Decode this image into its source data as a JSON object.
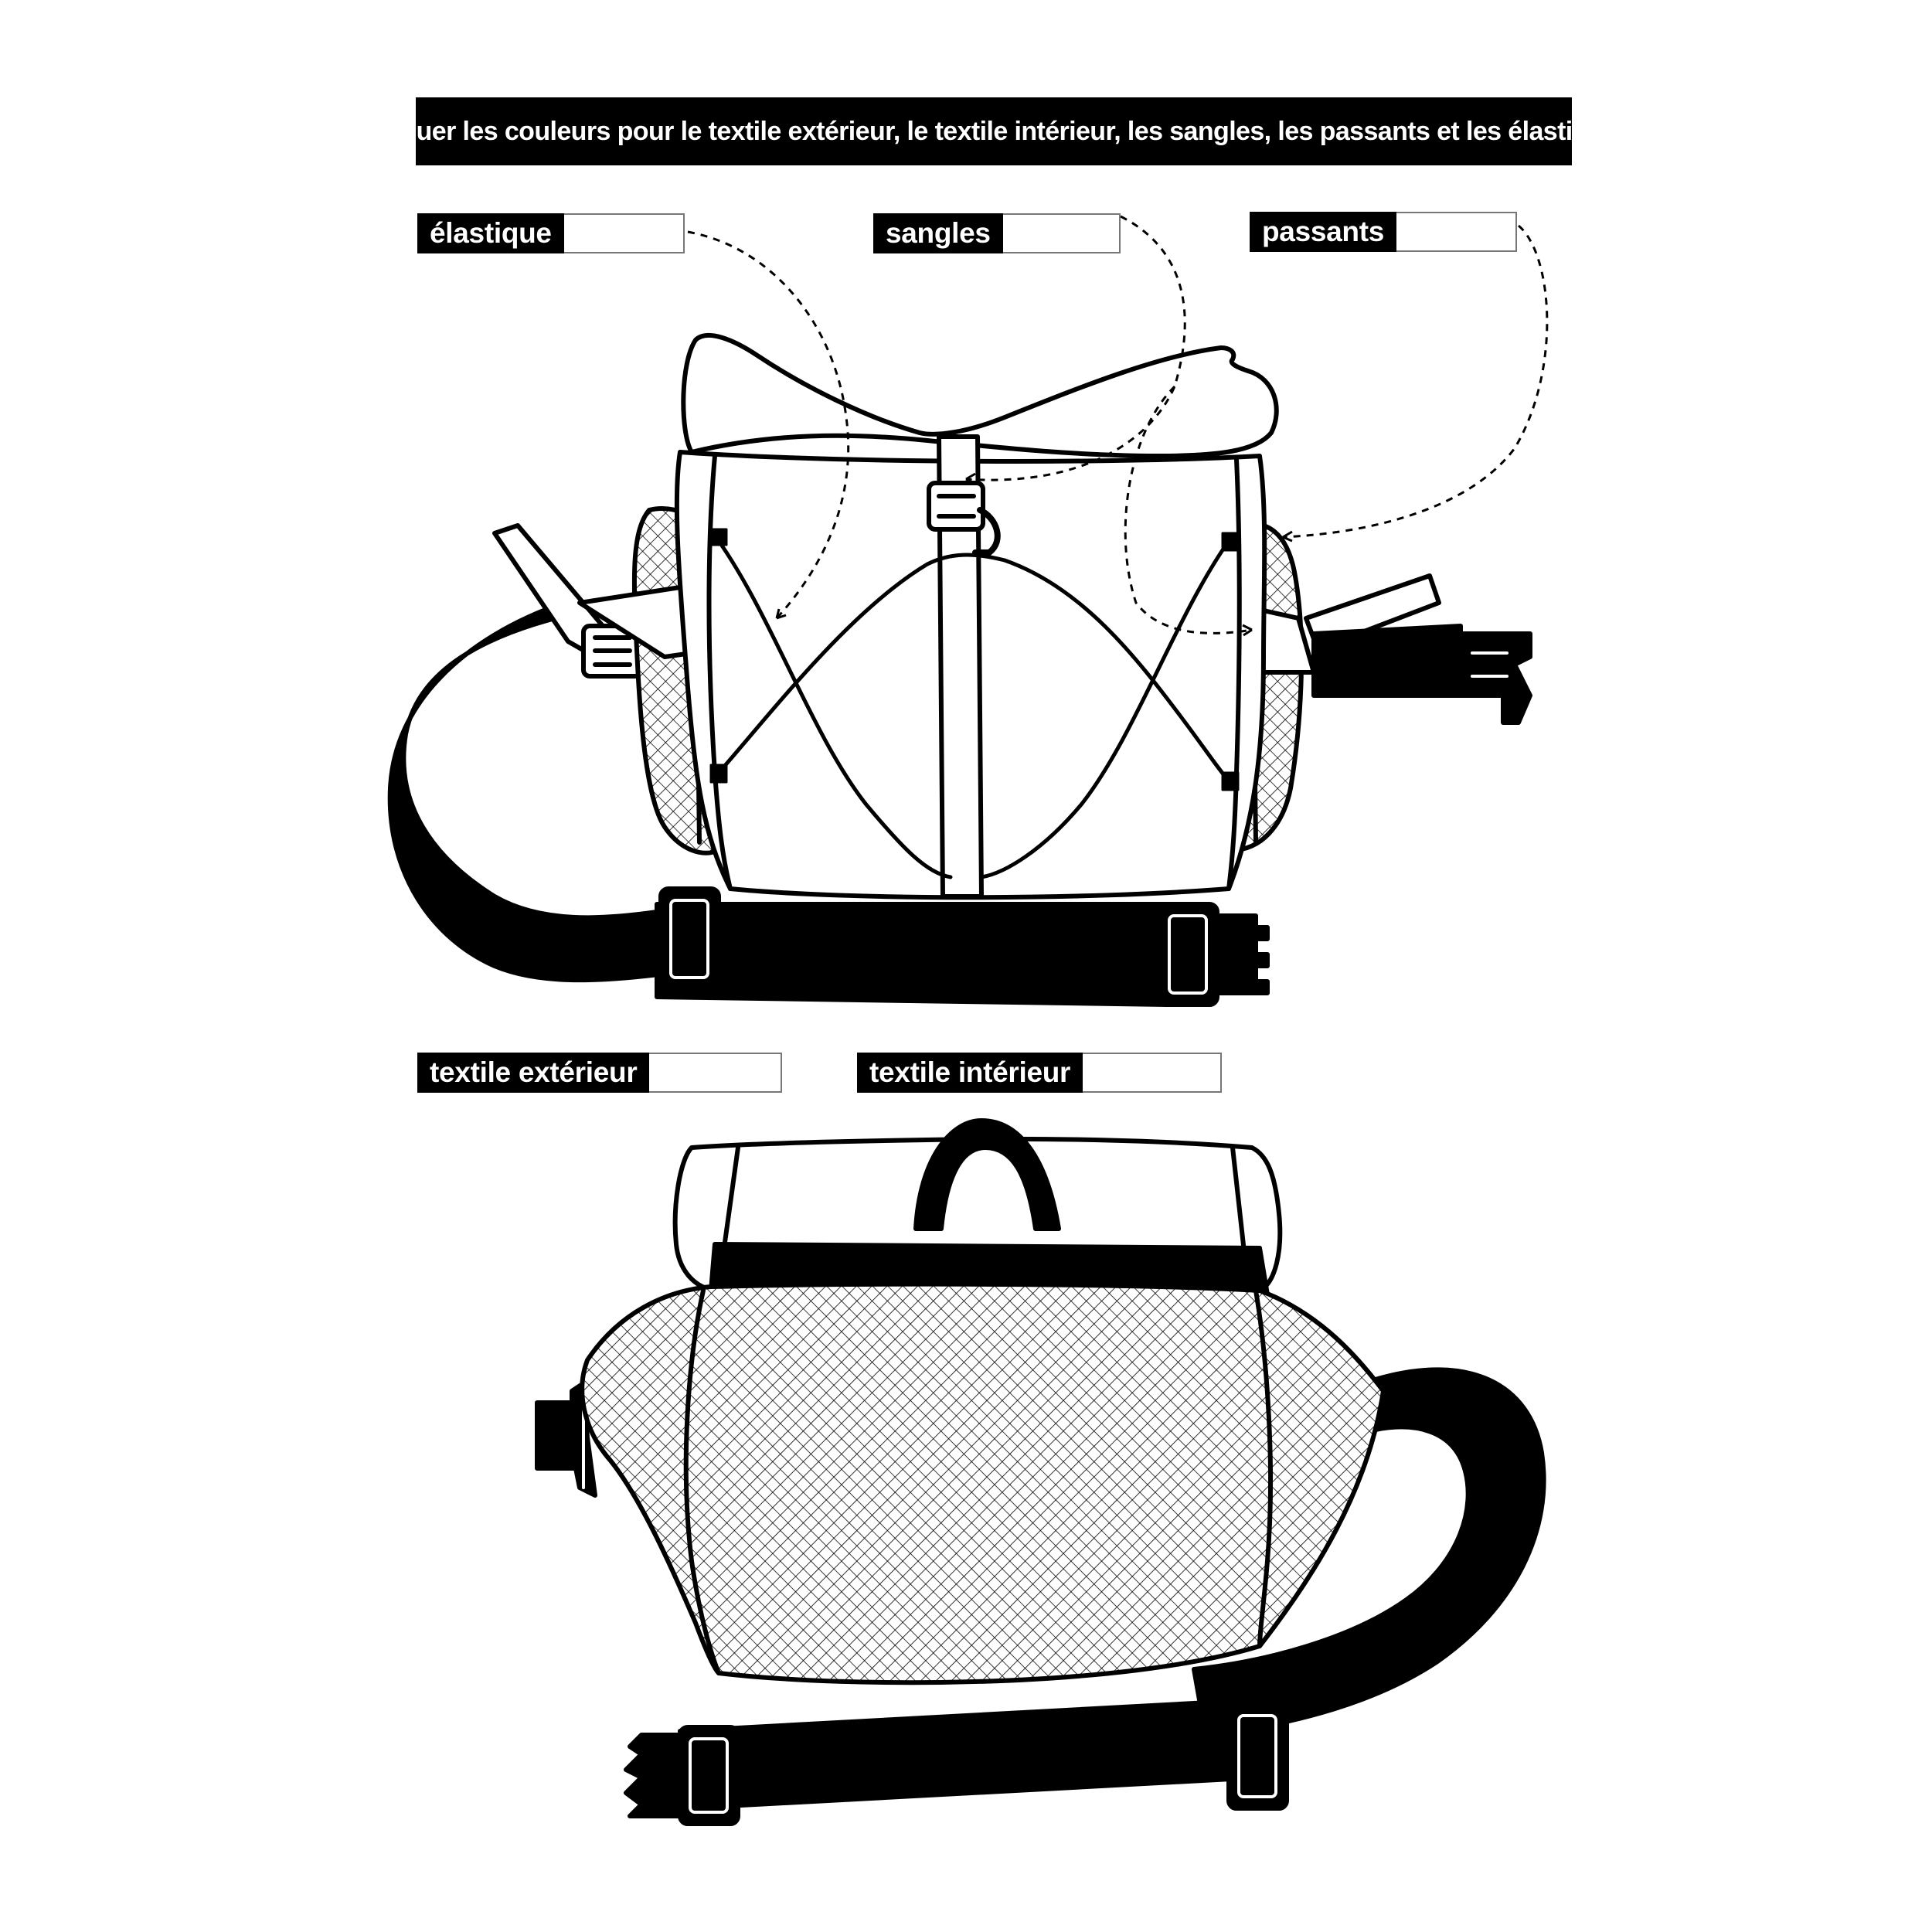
{
  "banner": {
    "text": "Indiquer les couleurs pour le textile extérieur, le textile intérieur, les sangles, les passants et les élastiques"
  },
  "fields": {
    "elastique": {
      "label": "élastique",
      "value": ""
    },
    "sangles": {
      "label": "sangles",
      "value": ""
    },
    "passants": {
      "label": "passants",
      "value": ""
    },
    "textile_exterieur": {
      "label": "textile extérieur",
      "value": ""
    },
    "textile_interieur": {
      "label": "textile intérieur",
      "value": ""
    }
  },
  "colors": {
    "ink": "#000000",
    "paper": "#ffffff",
    "input_border": "#777777"
  },
  "illustrations": {
    "front_view": "front-bag-icon",
    "back_view": "back-bag-icon"
  }
}
